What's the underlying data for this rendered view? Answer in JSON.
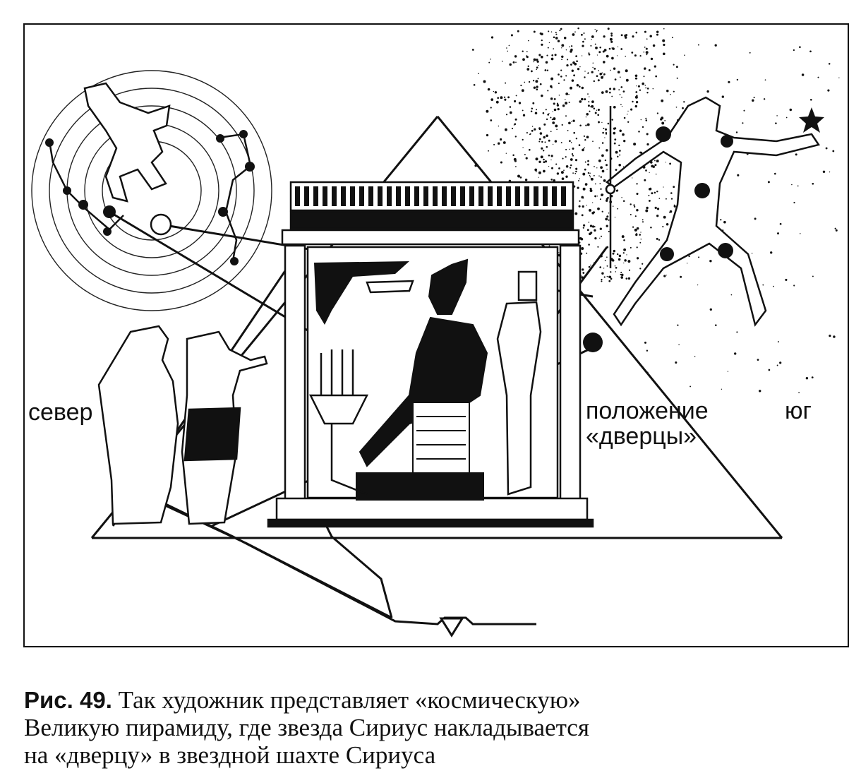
{
  "labels": {
    "north": "север",
    "door_position_line1": "положение",
    "door_position_line2": "«дверцы»",
    "south": "юг"
  },
  "caption": {
    "figure_number": "Рис. 49.",
    "line1": "Так художник представляет «космическую»",
    "line2": "Великую пирамиду, где звезда Сириус накладывается",
    "line3": "на «дверцу» в звездной шахте Сириуса"
  },
  "colors": {
    "ink": "#111111",
    "paper": "#ffffff"
  }
}
